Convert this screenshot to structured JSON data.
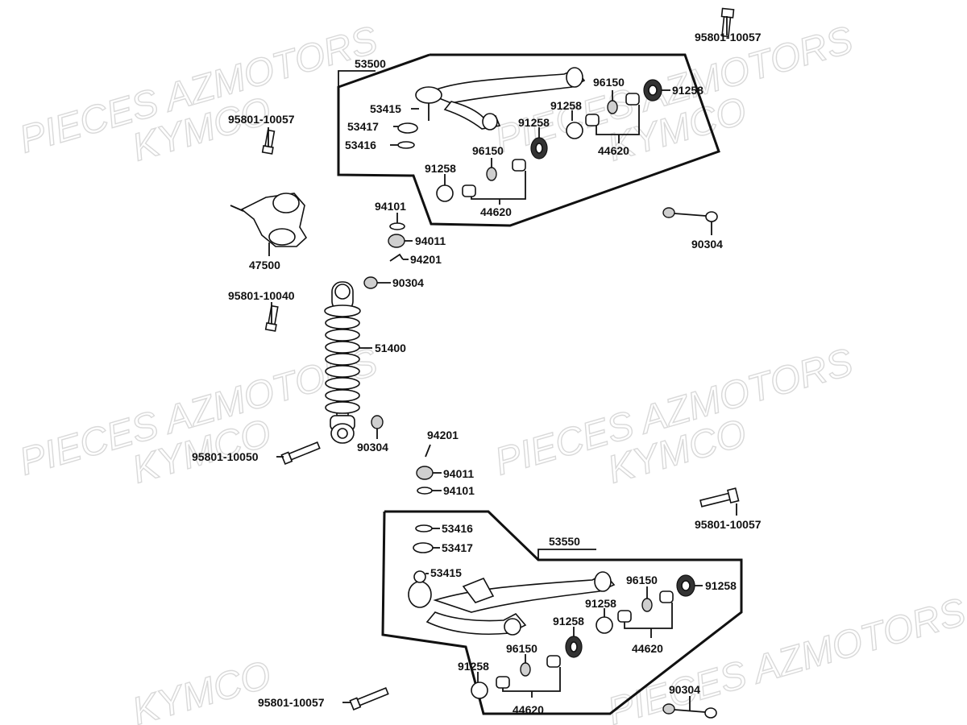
{
  "watermark": {
    "line1": "PIECES AZMOTORS",
    "line2": "KYMCO"
  },
  "labels": {
    "upper_assy": "53500",
    "lower_assy": "53550",
    "bolt_top_right": "95801-10057",
    "bolt_left_top": "95801-10057",
    "bolt_shock_top": "95801-10040",
    "bolt_shock_bottom": "95801-10050",
    "bolt_mid_right": "95801-10057",
    "bolt_bottom_left": "95801-10057",
    "knuckle": "47500",
    "shock": "51400",
    "u_53415": "53415",
    "u_53417": "53417",
    "u_53416": "53416",
    "u_96150_a": "96150",
    "u_91258_a": "91258",
    "u_91258_b": "91258",
    "u_91258_c": "91258",
    "u_96150_b": "96150",
    "u_91258_d": "91258",
    "u_44620_a": "44620",
    "u_44620_b": "44620",
    "washer_94101_top": "94101",
    "nut_94011_top": "94011",
    "pin_94201_top": "94201",
    "nut_90304_shock_top": "90304",
    "nut_90304_shock_bottom": "90304",
    "nut_90304_right_top": "90304",
    "pin_94201_bottom": "94201",
    "nut_94011_bottom": "94011",
    "washer_94101_bottom": "94101",
    "l_53416": "53416",
    "l_53417": "53417",
    "l_53415": "53415",
    "l_96150_a": "96150",
    "l_91258_a": "91258",
    "l_91258_b": "91258",
    "l_91258_c": "91258",
    "l_44620_a": "44620",
    "l_96150_b": "96150",
    "l_91258_d": "91258",
    "l_44620_b": "44620",
    "nut_90304_bottom_right": "90304"
  }
}
